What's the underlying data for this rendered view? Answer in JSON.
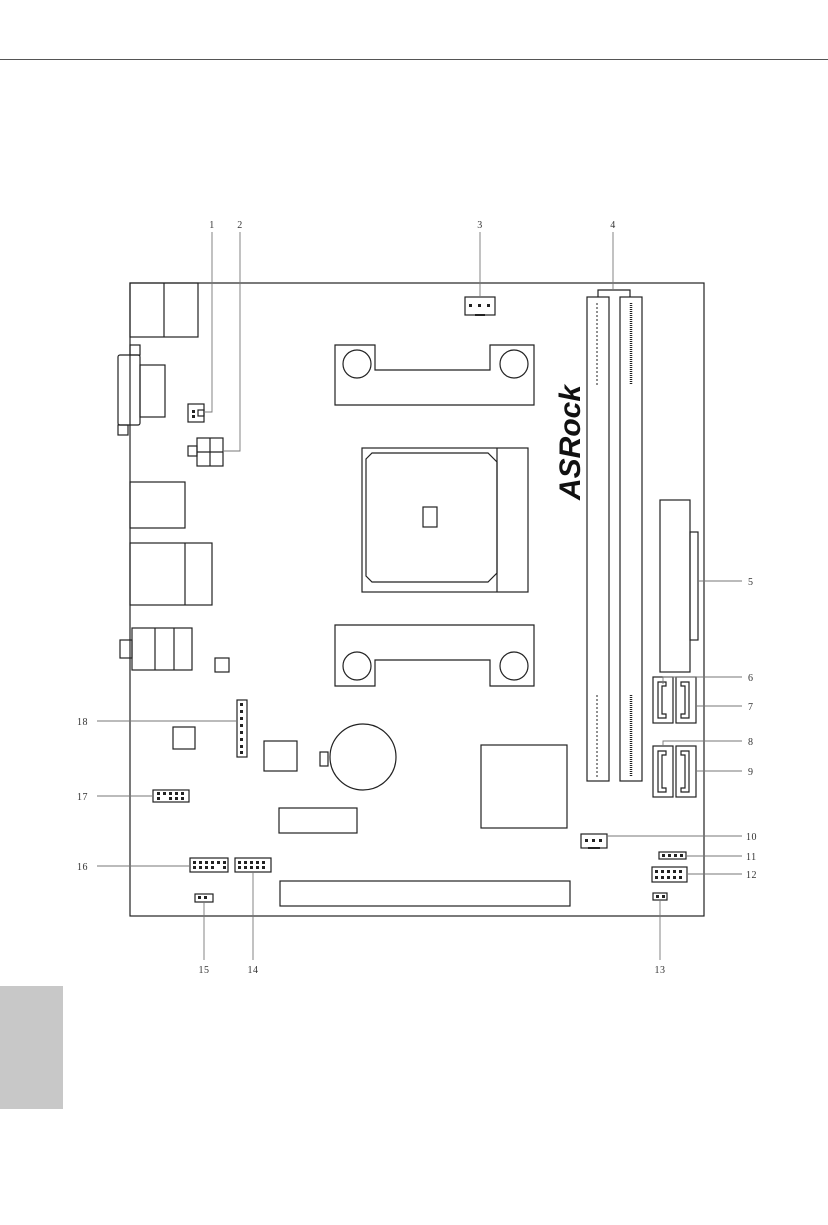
{
  "board": {
    "brand": "ASRock"
  },
  "callouts": [
    {
      "id": "1",
      "label": "1"
    },
    {
      "id": "2",
      "label": "2"
    },
    {
      "id": "3",
      "label": "3"
    },
    {
      "id": "4",
      "label": "4"
    },
    {
      "id": "5",
      "label": "5"
    },
    {
      "id": "6",
      "label": "6"
    },
    {
      "id": "7",
      "label": "7"
    },
    {
      "id": "8",
      "label": "8"
    },
    {
      "id": "9",
      "label": "9"
    },
    {
      "id": "10",
      "label": "10"
    },
    {
      "id": "11",
      "label": "11"
    },
    {
      "id": "12",
      "label": "12"
    },
    {
      "id": "13",
      "label": "13"
    },
    {
      "id": "14",
      "label": "14"
    },
    {
      "id": "15",
      "label": "15"
    },
    {
      "id": "16",
      "label": "16"
    },
    {
      "id": "17",
      "label": "17"
    },
    {
      "id": "18",
      "label": "18"
    }
  ]
}
